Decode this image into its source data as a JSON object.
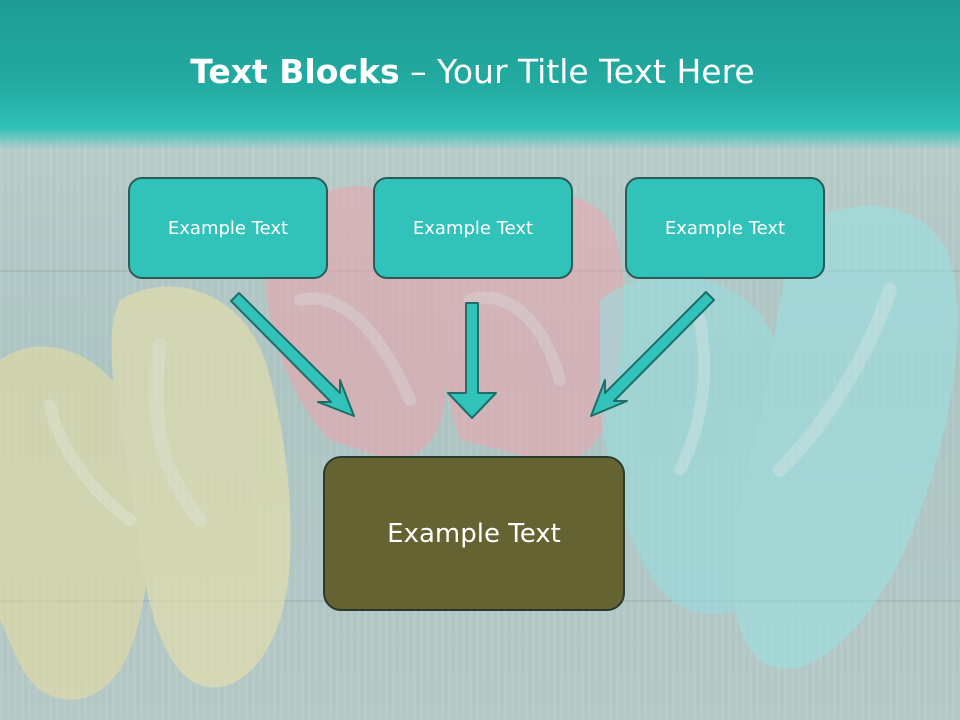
{
  "slide": {
    "title_bold": "Text Blocks",
    "title_sep": " – ",
    "title_rest": "Your Title Text Here"
  },
  "boxes": [
    {
      "label": "Example Text"
    },
    {
      "label": "Example Text"
    },
    {
      "label": "Example Text"
    }
  ],
  "target": {
    "label": "Example Text"
  },
  "colors": {
    "header": "#22aaa1",
    "small_box": "#31c2ba",
    "target_box": "#656332",
    "arrow": "#31c2ba"
  }
}
